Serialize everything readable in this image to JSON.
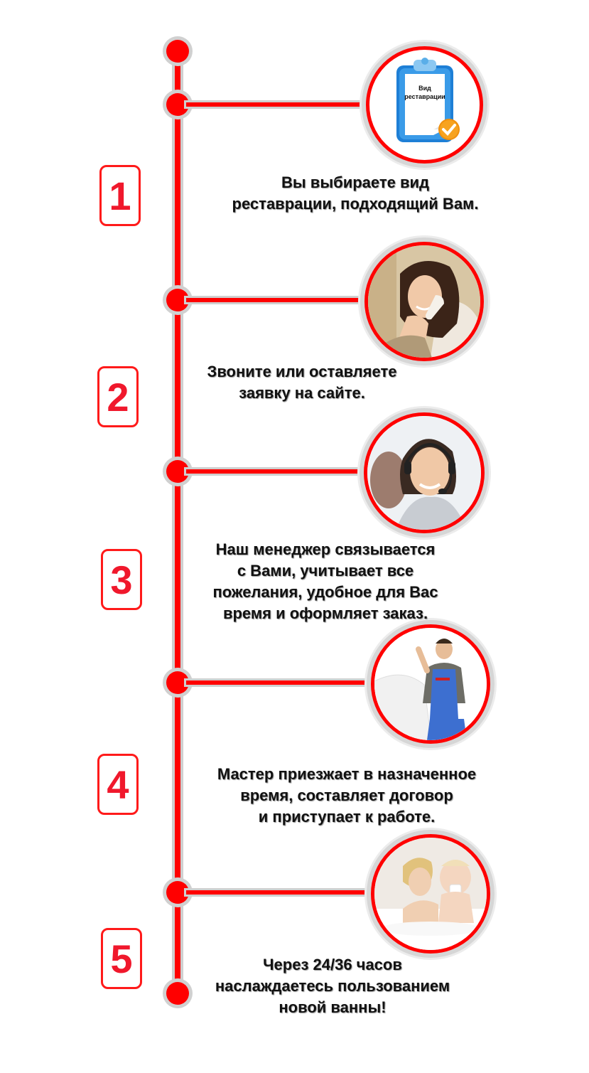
{
  "colors": {
    "accent": "#ff0000",
    "number": "#f0182c",
    "halo": "#d0d0d0",
    "text": "#111111"
  },
  "timeline": {
    "steps": [
      {
        "number": "1",
        "text": "Вы выбираете вид\nреставрации, подходящий Вам.",
        "image": "clipboard-check-icon",
        "image_label": "Вид\nреставрации"
      },
      {
        "number": "2",
        "text": "Звоните или оставляете\nзаявку на сайте.",
        "image": "woman-on-phone-photo"
      },
      {
        "number": "3",
        "text": "Наш менеджер связывается\nс Вами, учитывает все\nпожелания, удобное для Вас\nвремя и оформляет заказ.",
        "image": "call-center-operator-photo"
      },
      {
        "number": "4",
        "text": "Мастер приезжает в назначенное\nвремя, составляет договор\nи приступает к работе.",
        "image": "plumber-with-bathtub-photo"
      },
      {
        "number": "5",
        "text": "Через 24/36 часов\nнаслаждаетесь пользованием\nновой ванны!",
        "image": "mother-and-baby-in-bath-photo"
      }
    ]
  }
}
